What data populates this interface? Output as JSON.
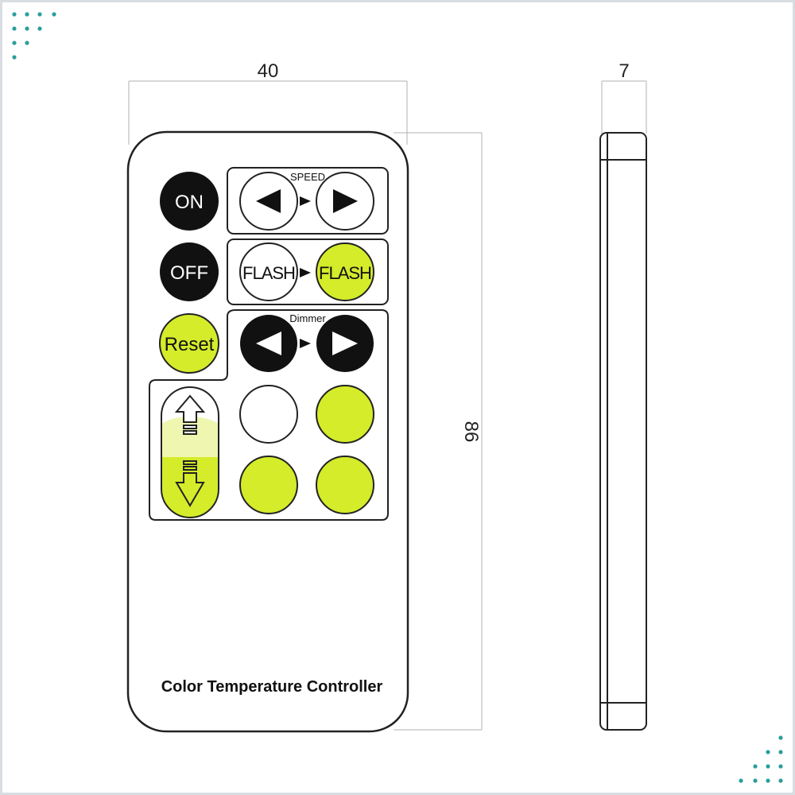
{
  "dimensions": {
    "width": "40",
    "height": "86",
    "depth": "7"
  },
  "buttons": {
    "on": "ON",
    "off": "OFF",
    "reset": "Reset",
    "flash_left": "FLASH",
    "flash_right": "FLASH"
  },
  "groups": {
    "speed": "SPEED",
    "dimmer": "Dimmer"
  },
  "product_label": "Color Temperature Controller",
  "colors": {
    "accent": "#d4ec2a",
    "accent_light": "#eef6b0",
    "button_dark": "#111111",
    "outline": "#222222",
    "dimension_line": "#b0b0b0",
    "decor_dots": "#2a9e9c"
  }
}
